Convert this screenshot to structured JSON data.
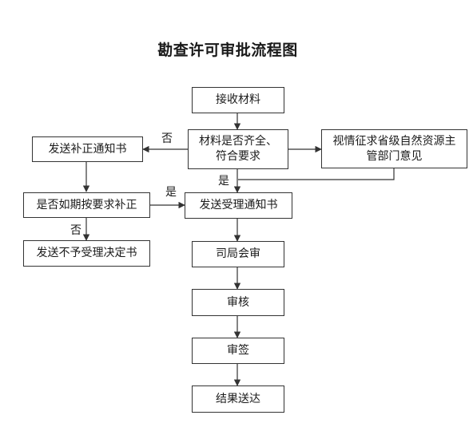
{
  "title": "勘查许可审批流程图",
  "nodes": {
    "receive": "接收材料",
    "check": "材料是否齐全、符合要求",
    "consult": "视情征求省级自然资源主管部门意见",
    "supplement_notice": "发送补正通知书",
    "supplement_check": "是否如期按要求补正",
    "reject": "发送不予受理决定书",
    "accept_notice": "发送受理通知书",
    "review": "司局会审",
    "audit": "审核",
    "sign": "审签",
    "deliver": "结果送达"
  },
  "edge_labels": {
    "check_no": "否",
    "check_yes": "是",
    "supplement_yes": "是",
    "supplement_no": "否"
  },
  "colors": {
    "line": "#333333",
    "text": "#1a1a1a",
    "background": "#ffffff"
  }
}
